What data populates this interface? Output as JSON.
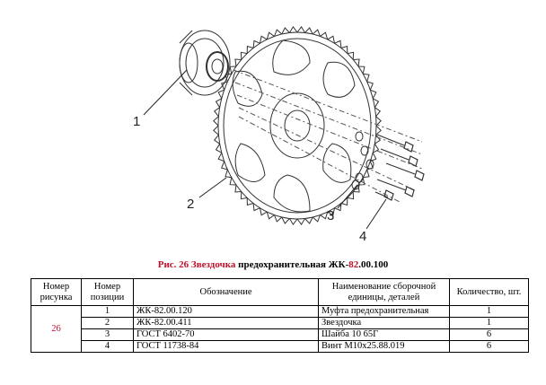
{
  "drawing": {
    "callouts": [
      "1",
      "2",
      "3",
      "4"
    ]
  },
  "caption": {
    "prefix": "Рис. 26 Звездочка",
    "middle": " предохранительная ЖК-",
    "code_red": "82",
    "suffix": ".00.100"
  },
  "table": {
    "headers": {
      "figure_no": "Номер рисунка",
      "position_no": "Номер позиции",
      "designation": "Обозначение",
      "name": "Наименование сборочной единицы, деталей",
      "quantity": "Количество, шт."
    },
    "figure_number": "26",
    "rows": [
      {
        "pos": "1",
        "designation": "ЖК-82.00.120",
        "name": "Муфта предохранительная",
        "qty": "1"
      },
      {
        "pos": "2",
        "designation": "ЖК-82.00.411",
        "name": "Звездочка",
        "qty": "1"
      },
      {
        "pos": "3",
        "designation": "ГОСТ 6402-70",
        "name": "Шайба 10 65Г",
        "qty": "6"
      },
      {
        "pos": "4",
        "designation": "ГОСТ 11738-84",
        "name": "Винт М10х25.88.019",
        "qty": "6"
      }
    ]
  }
}
